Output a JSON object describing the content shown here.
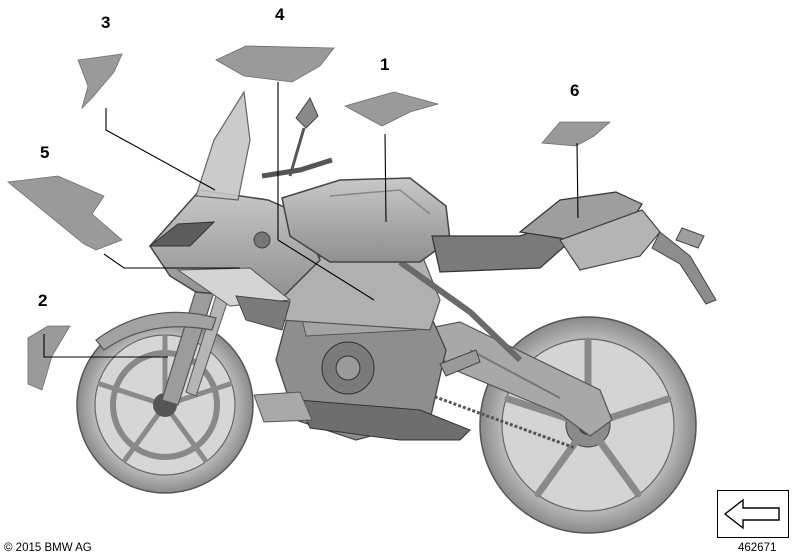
{
  "callouts": [
    {
      "id": "1",
      "label": "1"
    },
    {
      "id": "2",
      "label": "2"
    },
    {
      "id": "3",
      "label": "3"
    },
    {
      "id": "4",
      "label": "4"
    },
    {
      "id": "5",
      "label": "5"
    },
    {
      "id": "6",
      "label": "6"
    }
  ],
  "footer": {
    "copyright": "© 2015 BMW AG",
    "diagram_number": "462671"
  },
  "colors": {
    "sticker_fill": "#9a9a9a",
    "sticker_stroke": "#6e6e6e",
    "leader_line": "#000000",
    "bike_body": "#b9b9b9",
    "bike_dark": "#5f5f5f"
  },
  "icons": {
    "navigation": "left-arrow-icon"
  }
}
